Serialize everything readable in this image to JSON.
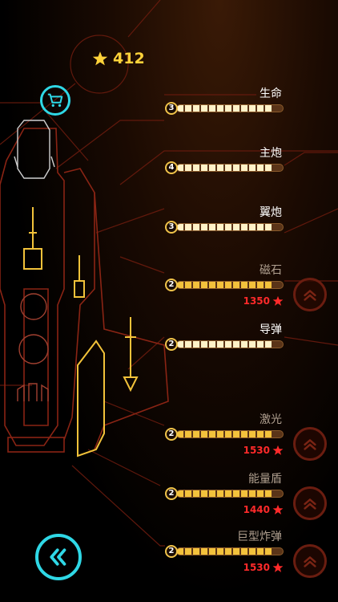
{
  "stars": {
    "count": "412",
    "icon": "star-icon",
    "color": "#ffd23a"
  },
  "buttons": {
    "shop_icon": "cart-icon",
    "back_icon": "double-chevron-left-icon",
    "accent": "#2fd8e6"
  },
  "upgrades": [
    {
      "name": "生命",
      "level": "3",
      "progress": 0.9,
      "locked": false,
      "price": ""
    },
    {
      "name": "主炮",
      "level": "4",
      "progress": 0.9,
      "locked": false,
      "price": ""
    },
    {
      "name": "翼炮",
      "level": "3",
      "progress": 0.9,
      "locked": false,
      "price": ""
    },
    {
      "name": "磁石",
      "level": "2",
      "progress": 0.9,
      "locked": true,
      "price": "1350"
    },
    {
      "name": "导弹",
      "level": "2",
      "progress": 0.9,
      "locked": false,
      "price": ""
    },
    {
      "name": "激光",
      "level": "2",
      "progress": 0.9,
      "locked": true,
      "price": "1530"
    },
    {
      "name": "能量盾",
      "level": "2",
      "progress": 0.9,
      "locked": true,
      "price": "1440"
    },
    {
      "name": "巨型炸弹",
      "level": "2",
      "progress": 0.9,
      "locked": true,
      "price": "1530"
    }
  ]
}
